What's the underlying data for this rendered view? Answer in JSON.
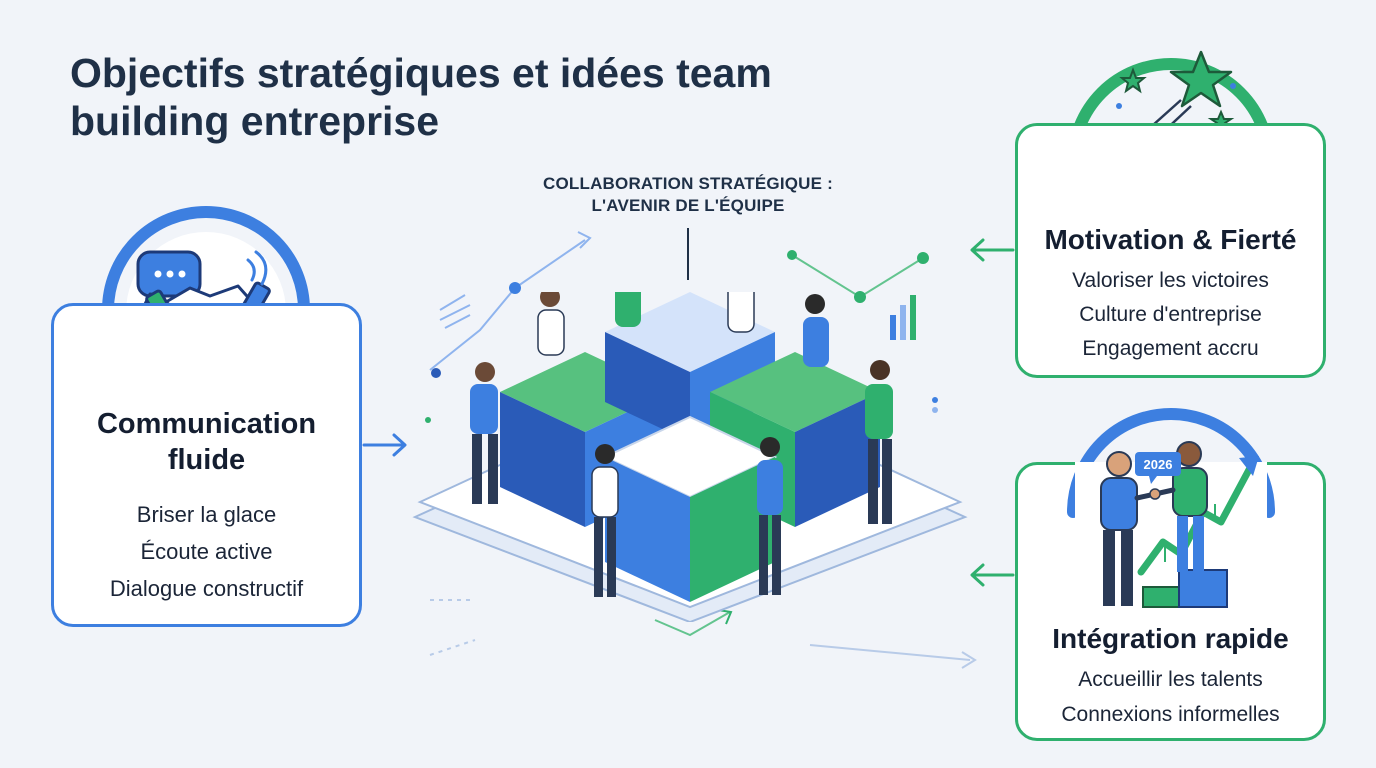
{
  "title": "Objectifs stratégiques et idées team building entreprise",
  "center": {
    "caption_line1": "COLLABORATION STRATÉGIQUE :",
    "caption_line2": "L'AVENIR DE L'ÉQUIPE"
  },
  "cards": {
    "communication": {
      "title": "Communication fluide",
      "items": [
        "Briser la glace",
        "Écoute active",
        "Dialogue constructif"
      ],
      "icons": [
        "speech-bubble-icon",
        "handshake-icon"
      ]
    },
    "motivation": {
      "title": "Motivation & Fierté",
      "items": [
        "Valoriser les victoires",
        "Culture d'entreprise",
        "Engagement accru"
      ],
      "icons": [
        "star-icon",
        "team-group-icon"
      ]
    },
    "integration": {
      "title": "Intégration rapide",
      "items": [
        "Accueillir les talents",
        "Connexions informelles"
      ],
      "badge": "2026",
      "icons": [
        "handshake-people-icon",
        "growth-arrow-icon"
      ]
    }
  },
  "colors": {
    "blue": "#3d7fe0",
    "green": "#2fb06e",
    "dark_blue": "#2a5bb8",
    "dark_green": "#1f8a4f",
    "text": "#16243d",
    "background": "#f1f4f9"
  }
}
